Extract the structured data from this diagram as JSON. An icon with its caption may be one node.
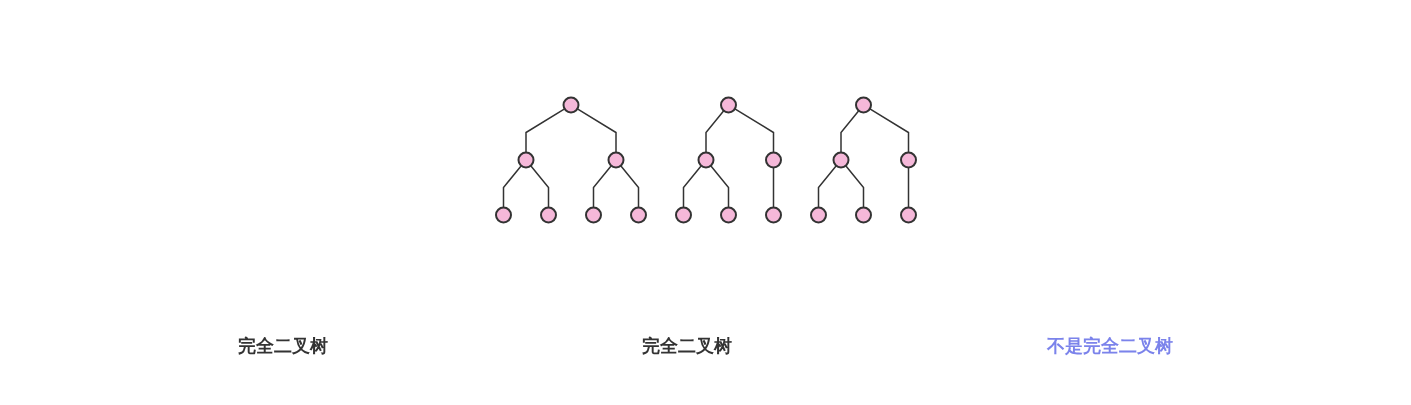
{
  "diagram": {
    "nodes": [
      {
        "text": [],
        "shape": "circle"
      },
      {
        "text": [],
        "shape": "circle"
      },
      {
        "text": [],
        "shape": "circle"
      },
      {
        "text": [],
        "shape": "circle"
      },
      {
        "text": [],
        "shape": "circle"
      },
      {
        "text": [],
        "shape": "circle"
      },
      {
        "text": [],
        "shape": "circle"
      },
      {
        "text": [],
        "shape": "circle"
      },
      {
        "text": [],
        "shape": "circle"
      },
      {
        "text": [],
        "shape": "circle"
      },
      {
        "text": [],
        "shape": "circle"
      },
      {
        "text": [],
        "shape": "circle"
      },
      {
        "text": [],
        "shape": "circle"
      },
      {
        "text": [],
        "shape": "circle"
      },
      {
        "text": [],
        "shape": "circle"
      },
      {
        "text": [],
        "shape": "circle"
      },
      {
        "text": [],
        "shape": "circle"
      },
      {
        "text": [],
        "shape": "circle"
      },
      {
        "text": [],
        "shape": "circle"
      }
    ],
    "edges": [
      {
        "from": 0,
        "to": 1,
        "arrow": "none"
      },
      {
        "from": 0,
        "to": 2,
        "arrow": "none"
      },
      {
        "from": 1,
        "to": 3,
        "arrow": "none"
      },
      {
        "from": 1,
        "to": 4,
        "arrow": "none"
      },
      {
        "from": 2,
        "to": 5,
        "arrow": "none"
      },
      {
        "from": 2,
        "to": 6,
        "arrow": "none"
      },
      {
        "from": 7,
        "to": 8,
        "arrow": "none"
      },
      {
        "from": 7,
        "to": 9,
        "arrow": "none"
      },
      {
        "from": 8,
        "to": 10,
        "arrow": "none"
      },
      {
        "from": 8,
        "to": 11,
        "arrow": "none"
      },
      {
        "from": 9,
        "to": 12,
        "arrow": "none"
      },
      {
        "from": 13,
        "to": 14,
        "arrow": "none"
      },
      {
        "from": 13,
        "to": 15,
        "arrow": "none"
      },
      {
        "from": 14,
        "to": 16,
        "arrow": "none"
      },
      {
        "from": 14,
        "to": 17,
        "arrow": "none"
      },
      {
        "from": 15,
        "to": 18,
        "arrow": "none"
      }
    ],
    "labels": [
      "完全二叉树",
      "完全二叉树",
      "不是完全二叉树"
    ]
  }
}
